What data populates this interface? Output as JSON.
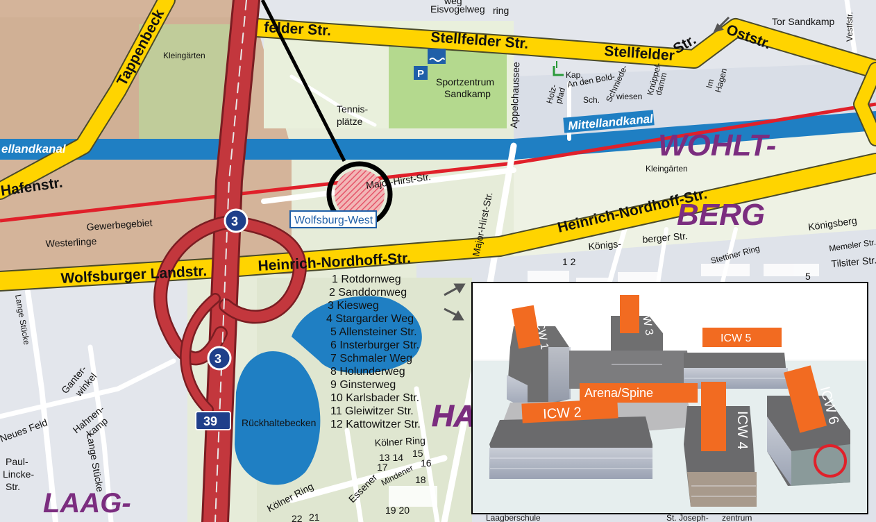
{
  "roads": {
    "stellfelder_1": "felder Str.",
    "stellfelder_2": "Stellfelder Str.",
    "stellfelder_3": "Stellfelder",
    "stellfelder_str": "Str.",
    "oststr": "Oststr.",
    "tappenbeck": "Tappenbeck",
    "hafenstr": "Hafenstr.",
    "major_hirst": "Major-Hirst-Str.",
    "major_hirst_v": "Major-Hirst-Str.",
    "appelchaussee": "Appelchaussee",
    "heinrich_1": "Heinrich-Nordhoff-Str.",
    "heinrich_2": "Heinrich-Nordhoff-Str.",
    "wolfsburger_landstr": "Wolfsburger Landstr.",
    "koenigsberger_1": "Königs-",
    "koenigsberger_2": "berger Str.",
    "koenigsberg": "Königsberg",
    "stettiner": "Stettiner Ring",
    "memeler": "Memeler Str.",
    "tilsiter": "Tilsiter Str.",
    "koelner_ring_1": "Kölner Ring",
    "koelner_ring_2": "Kölner Ring",
    "mindener": "Mindener",
    "essener": "Essener",
    "eisvogelweg": "Eisvogelweg",
    "weg": "weg",
    "ring": "ring",
    "neues_feld": "Neues Feld",
    "lange_stuecke_1": "Lange Stücke",
    "lange_stuecke_2": "Lange Stücke",
    "ganter": "Ganter-",
    "winkel": "winkel",
    "hahnen": "Hahnen-",
    "kamp": "kamp",
    "paul": "Paul-",
    "lincke": "Lincke-",
    "str": "Str.",
    "holz": "Holz-",
    "pfad": "pfad",
    "bold": "An den Bold-",
    "boldsch": "Sch.",
    "schmiede": "Schmiede-",
    "wiesen": "wiesen",
    "knueppel": "Knüppel-",
    "damm": "damm",
    "imhagen": "Im",
    "hagen": "Hagen",
    "vestfstr": "Vestfstr."
  },
  "places": {
    "mittellandkanal_right": "Mittellandkanal",
    "mittellandkanal_left": "ellandkanal",
    "kleingaerten_1": "Kleingärten",
    "kleingaerten_2": "Kleingärten",
    "sportzentrum_1": "Sportzentrum",
    "sportzentrum_2": "Sandkamp",
    "tennis_1": "Tennis-",
    "tennis_2": "plätze",
    "gewerbegebiet": "Gewerbegebiet",
    "westerlinge": "Westerlinge",
    "tor_sandkamp": "Tor Sandkamp",
    "rueckhaltebecken": "Rückhaltebecken",
    "station": "Wolfsburg-West",
    "parking": "P",
    "kap": "Kap.",
    "bottom_1": "Laagberschule",
    "bottom_2": "St. Joseph-",
    "bottom_3": "zentrum"
  },
  "districts": {
    "wohlt": "WOHLT-",
    "berg": "BERG",
    "laag": "LAAG-",
    "ha": "HA"
  },
  "shields": {
    "a39_1": "3",
    "a39_2": "3",
    "a39_num": "39"
  },
  "street_list": [
    "1 Rotdornweg",
    "2 Sanddornweg",
    "3 Kiesweg",
    "4 Stargarder Weg",
    "5 Allensteiner Str.",
    "6 Insterburger Str.",
    "7 Schmaler Weg",
    "8 Holunderweg",
    "9 Ginsterweg",
    "10 Karlsbader Str.",
    "11 Gleiwitzer Str.",
    "12 Kattowitzer Str."
  ],
  "map_numbers": [
    "1 2",
    "13 14",
    "15",
    "16",
    "17",
    "18",
    "19 20",
    "21",
    "22",
    "5"
  ],
  "inset": {
    "labels": [
      "ICW 1",
      "ICW 3",
      "ICW 5",
      "Arena/Spine",
      "ICW 2",
      "ICW 4",
      "ICW 6"
    ]
  },
  "colors": {
    "yellow_road": "#ffd400",
    "canal": "#1f7fc3",
    "railway": "#e0202a",
    "motorway": "#c3373d",
    "district": "#7b2d7f",
    "marker": "#000000",
    "building_label": "#f26b21"
  }
}
